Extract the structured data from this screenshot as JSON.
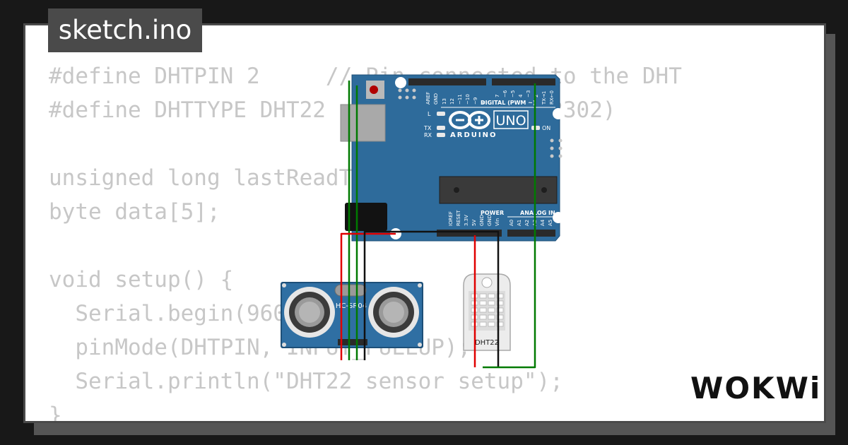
{
  "file_tab": {
    "label": "sketch.ino"
  },
  "code_lines": [
    "#define DHTPIN 2     // Pin connected to the DHT",
    "#define DHTTYPE DHT22   // DHT 22  (AM2302)",
    "",
    "unsigned long lastReadTime = 0;",
    "byte data[5];",
    "",
    "void setup() {",
    "  Serial.begin(9600);",
    "  pinMode(DHTPIN, INPUT_PULLUP);",
    "  Serial.println(\"DHT22 sensor setup\");",
    "}"
  ],
  "board": {
    "aref": "AREF",
    "gnd_top": "GND",
    "pins_top_a": [
      "13",
      "12",
      "~11",
      "~10",
      "~9",
      "8"
    ],
    "pins_top_b": [
      "7",
      "~6",
      "~5",
      "4",
      "~3",
      "2",
      "TX→1",
      "RX←0"
    ],
    "digital_label": "DIGITAL (PWM ~)",
    "led_l": "L",
    "led_tx": "TX",
    "led_rx": "RX",
    "brand": "ARDUINO",
    "model": "UNO",
    "on_label": "ON",
    "power_pins": [
      "IOREF",
      "RESET",
      "3.3V",
      "5V",
      "GND",
      "GND",
      "Vin"
    ],
    "power_label": "POWER",
    "analog_pins": [
      "A0",
      "A1",
      "A2",
      "A3",
      "A4",
      "A5"
    ],
    "analog_label": "ANALOG IN"
  },
  "ultrasonic": {
    "label": "HC-SR04"
  },
  "dht": {
    "label": "DHT22"
  },
  "logo": {
    "text": "WOKWi"
  },
  "colors": {
    "board_blue": "#2e6b9b",
    "wire_red": "#e00000",
    "wire_green": "#007a00",
    "wire_black": "#111111",
    "code_gray": "#c7c7c7",
    "tab_bg": "#4a4a4a"
  }
}
